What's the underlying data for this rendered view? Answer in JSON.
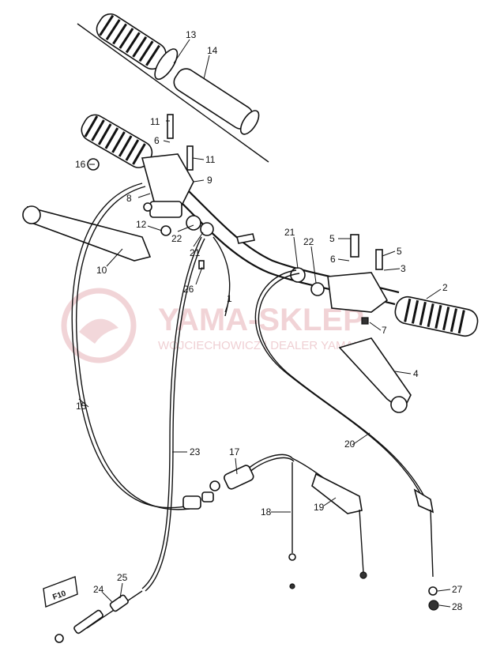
{
  "diagram": {
    "callouts": {
      "c1": "1",
      "c2": "2",
      "c3": "3",
      "c4": "4",
      "c5a": "5",
      "c5b": "5",
      "c6a": "6",
      "c6b": "6",
      "c7": "7",
      "c8": "8",
      "c9": "9",
      "c10": "10",
      "c11a": "11",
      "c11b": "11",
      "c12": "12",
      "c13": "13",
      "c14": "14",
      "c15": "15",
      "c16": "16",
      "c17": "17",
      "c18": "18",
      "c19": "19",
      "c20": "20",
      "c21a": "21",
      "c21b": "21",
      "c22a": "22",
      "c22b": "22",
      "c23": "23",
      "c24": "24",
      "c25": "25",
      "c26": "26",
      "c27": "27",
      "c28": "28"
    },
    "frame_label": "F10"
  },
  "watermark": {
    "brand": "YAMA-SKLEP",
    "subtitle": "WOJCIECHOWICZ | DEALER YAMAHA",
    "color": "#e6b0b6"
  }
}
